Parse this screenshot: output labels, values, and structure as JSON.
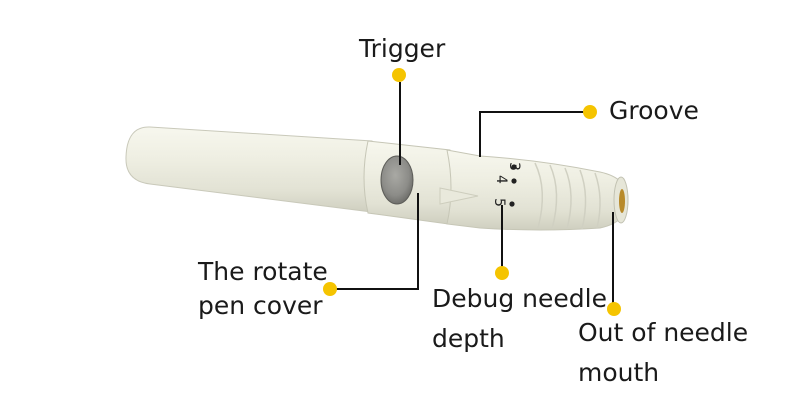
{
  "diagram": {
    "marker_color": "#f5c400",
    "line_color": "#111111",
    "device_color": "#efefe4",
    "callouts": [
      {
        "id": "trigger",
        "lines": [
          "Trigger"
        ]
      },
      {
        "id": "groove",
        "lines": [
          "Groove"
        ]
      },
      {
        "id": "rotate-pen-cover",
        "lines": [
          "The rotate",
          "pen cover"
        ]
      },
      {
        "id": "debug-needle-depth",
        "lines": [
          "Debug needle",
          "depth"
        ]
      },
      {
        "id": "out-of-needle-mouth",
        "lines": [
          "Out of needle",
          "mouth"
        ]
      }
    ],
    "depth_marks": [
      "3",
      "4",
      "5"
    ]
  }
}
